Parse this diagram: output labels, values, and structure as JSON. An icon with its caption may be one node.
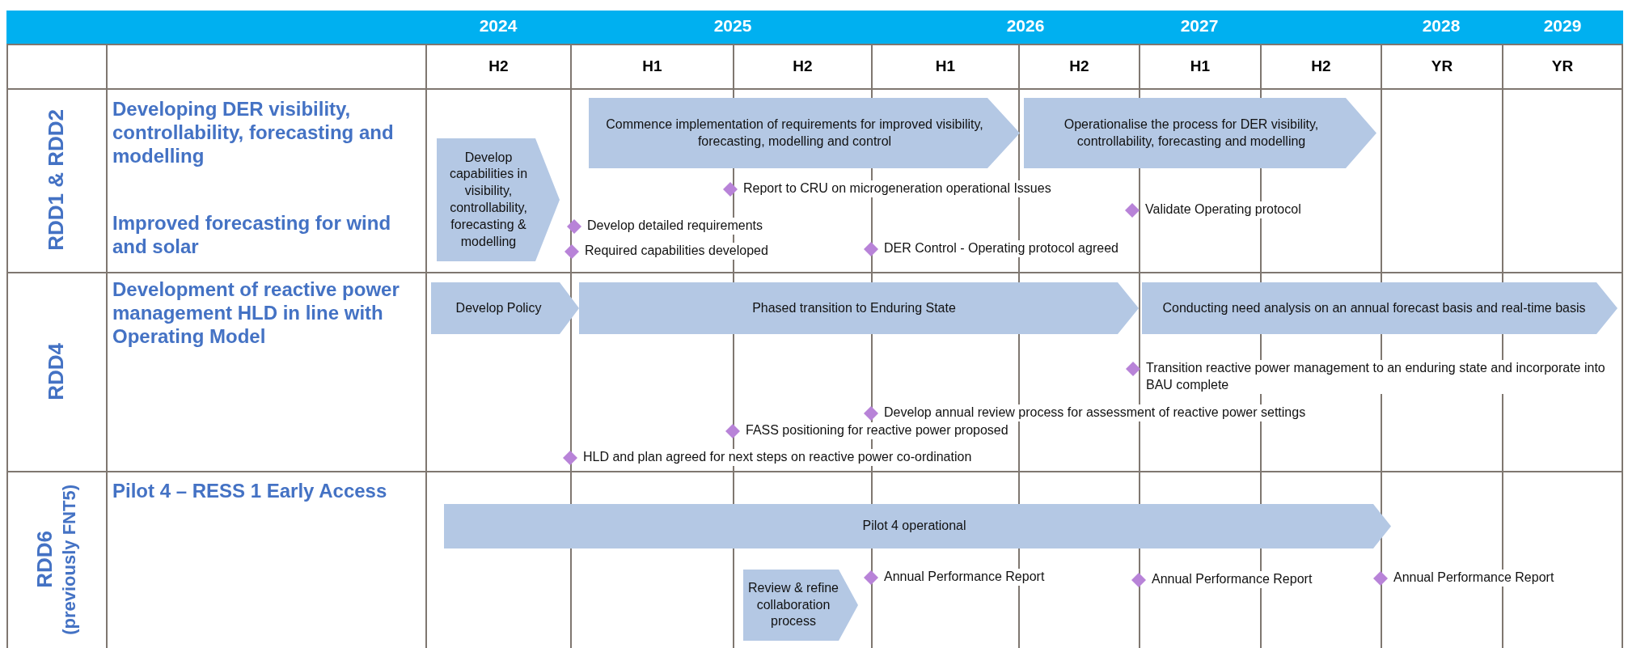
{
  "diagram": {
    "nodes": [
      {
        "text": [
          "Develop capabilities in visibility, controllability, forecasting & modelling"
        ]
      },
      {
        "text": [
          "Commence implementation of requirements for improved visibility, forecasting, modelling and control"
        ]
      },
      {
        "text": [
          "Operationalise the process for DER visibility, controllability, forecasting and modelling"
        ]
      },
      {
        "text": [],
        "shape": "diamond",
        "beside": [
          "Report to CRU on microgeneration operational Issues"
        ]
      },
      {
        "text": [],
        "shape": "diamond",
        "beside": [
          "Validate Operating protocol"
        ]
      },
      {
        "text": [],
        "shape": "diamond",
        "beside": [
          "Develop detailed requirements"
        ]
      },
      {
        "text": [],
        "shape": "diamond",
        "beside": [
          "Required capabilities developed"
        ]
      },
      {
        "text": [],
        "shape": "diamond",
        "beside": [
          "DER Control - Operating protocol agreed"
        ]
      },
      {
        "text": [
          "Develop Policy"
        ]
      },
      {
        "text": [
          "Phased transition to Enduring State"
        ]
      },
      {
        "text": [
          "Conducting need analysis on an annual forecast basis and real-time basis"
        ]
      },
      {
        "text": [],
        "shape": "diamond",
        "beside": [
          "Transition reactive power management to an enduring state and incorporate into BAU complete"
        ]
      },
      {
        "text": [],
        "shape": "diamond",
        "beside": [
          "Develop annual review process for assessment of reactive power settings"
        ]
      },
      {
        "text": [],
        "shape": "diamond",
        "beside": [
          "FASS positioning for reactive power proposed"
        ]
      },
      {
        "text": [],
        "shape": "diamond",
        "beside": [
          "HLD and plan agreed for next steps on reactive power co-ordination"
        ]
      },
      {
        "text": [
          "Pilot 4 operational"
        ]
      },
      {
        "text": [
          "Review & refine collaboration process"
        ]
      },
      {
        "text": [],
        "shape": "diamond",
        "beside": [
          "Annual Performance Report"
        ]
      },
      {
        "text": [],
        "shape": "diamond",
        "beside": [
          "Annual Performance Report"
        ]
      },
      {
        "text": [],
        "shape": "diamond",
        "beside": [
          "Annual Performance Report"
        ]
      }
    ],
    "labels": [
      "2024",
      "2025",
      "2026",
      "2027",
      "2028",
      "2029",
      "H2",
      "H1",
      "H2",
      "H1",
      "H2",
      "H1",
      "H2",
      "YR",
      "YR",
      "RDD1 & RDD2",
      "Developing DER visibility, controllability, forecasting and modelling",
      "Improved forecasting for wind and solar",
      "RDD4",
      "Development of reactive power management HLD in line with Operating Model",
      "RDD6",
      "(previously FNT5)",
      "Pilot 4 – RESS 1 Early Access"
    ]
  }
}
